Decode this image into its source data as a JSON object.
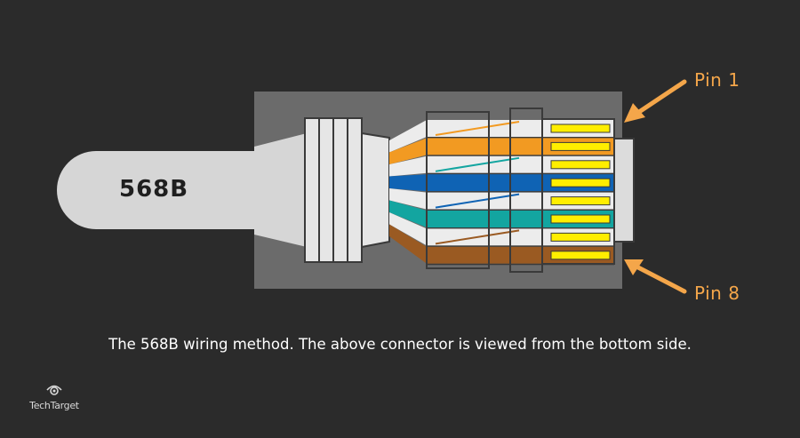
{
  "cable_label": "568B",
  "pin_first_label": "Pin 1",
  "pin_last_label": "Pin 8",
  "caption": "The 568B wiring method. The above connector is viewed from the bottom side.",
  "logo_text": "TechTarget",
  "colors": {
    "background": "#2b2b2b",
    "housing": "#6b6b6b",
    "cable": "#d6d6d6",
    "accent": "#f4a64a",
    "contact": "#ffee00",
    "orange": "#f29a22",
    "blue": "#0f63b4",
    "green": "#13a5a0",
    "brown": "#9a5a22",
    "white": "#ececec"
  },
  "wires": [
    {
      "pin": 1,
      "color": "orange",
      "striped": true
    },
    {
      "pin": 2,
      "color": "orange",
      "striped": false
    },
    {
      "pin": 3,
      "color": "green",
      "striped": true
    },
    {
      "pin": 4,
      "color": "blue",
      "striped": false
    },
    {
      "pin": 5,
      "color": "blue",
      "striped": true
    },
    {
      "pin": 6,
      "color": "green",
      "striped": false
    },
    {
      "pin": 7,
      "color": "brown",
      "striped": true
    },
    {
      "pin": 8,
      "color": "brown",
      "striped": false
    }
  ]
}
